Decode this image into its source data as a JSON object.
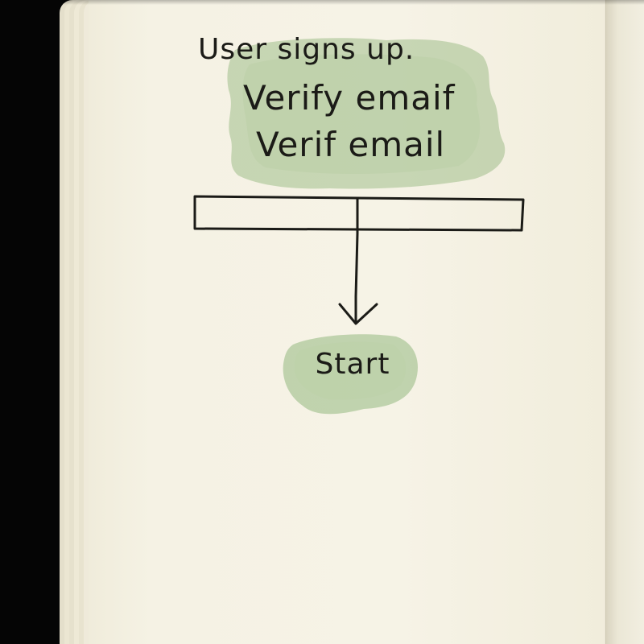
{
  "diagram": {
    "header_lines": [
      "User signs up.",
      "Verify emaif",
      "Verif email"
    ],
    "empty_box_text": "",
    "terminal_label": "Start"
  },
  "colors": {
    "paper": "#f6f3e6",
    "wash": "#a9c495",
    "ink": "#1b1b17",
    "background": "#050505"
  },
  "icons": {
    "arrow": "arrowhead-down-icon"
  }
}
